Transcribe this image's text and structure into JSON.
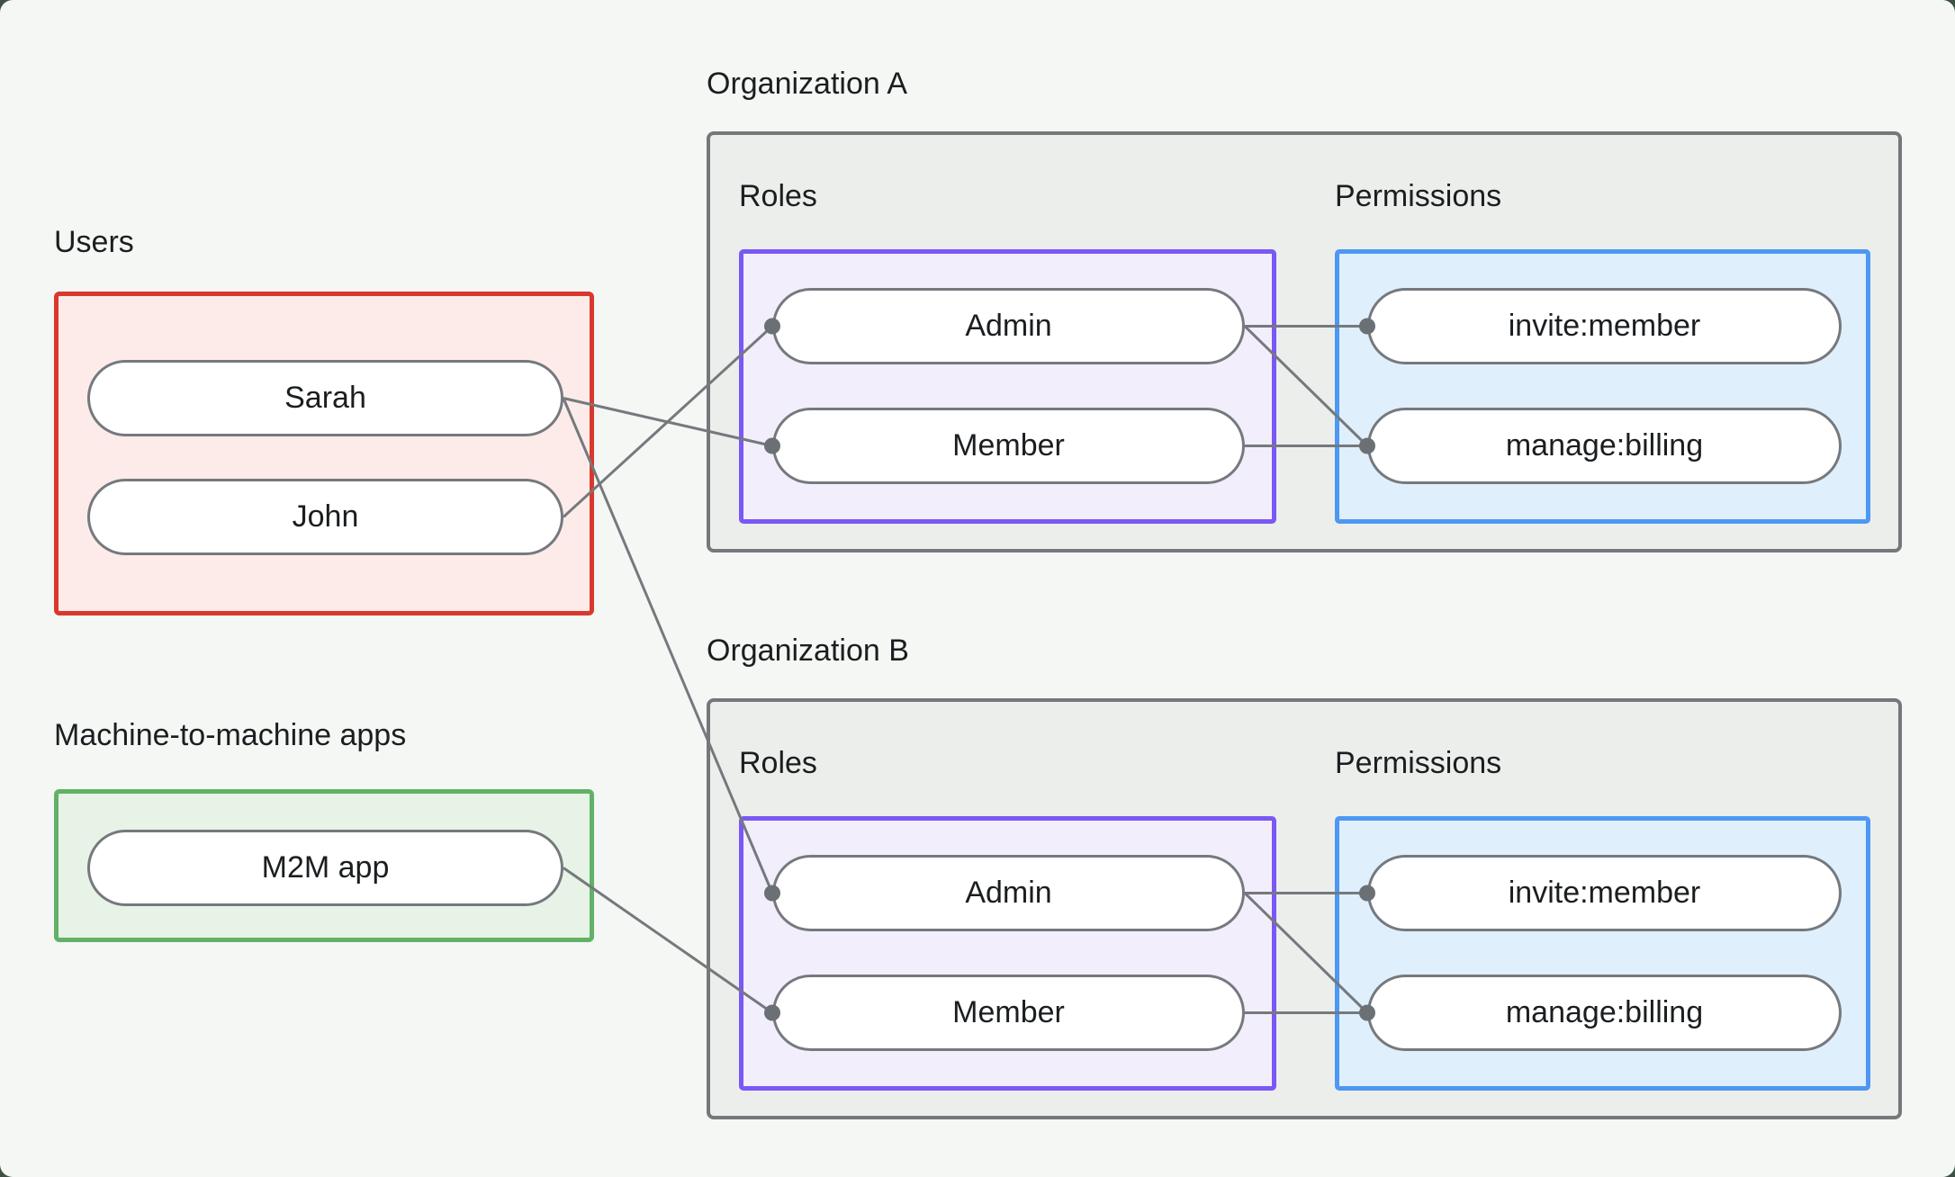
{
  "diagram": {
    "groups": {
      "users": {
        "label": "Users",
        "items": [
          {
            "id": "sarah",
            "label": "Sarah"
          },
          {
            "id": "john",
            "label": "John"
          }
        ]
      },
      "m2m_apps": {
        "label": "Machine-to-machine apps",
        "items": [
          {
            "id": "m2m-app",
            "label": "M2M app"
          }
        ]
      }
    },
    "orgs": [
      {
        "title": "Organization A",
        "roles": {
          "label": "Roles",
          "items": [
            {
              "id": "orgA-admin",
              "label": "Admin"
            },
            {
              "id": "orgA-member",
              "label": "Member"
            }
          ]
        },
        "permissions": {
          "label": "Permissions",
          "items": [
            {
              "id": "orgA-invite-member",
              "label": "invite:member"
            },
            {
              "id": "orgA-manage-billing",
              "label": "manage:billing"
            }
          ]
        }
      },
      {
        "title": "Organization B",
        "roles": {
          "label": "Roles",
          "items": [
            {
              "id": "orgB-admin",
              "label": "Admin"
            },
            {
              "id": "orgB-member",
              "label": "Member"
            }
          ]
        },
        "permissions": {
          "label": "Permissions",
          "items": [
            {
              "id": "orgB-invite-member",
              "label": "invite:member"
            },
            {
              "id": "orgB-manage-billing",
              "label": "manage:billing"
            }
          ]
        }
      }
    ],
    "edges": [
      {
        "from": "sarah",
        "to": "orgA-member"
      },
      {
        "from": "sarah",
        "to": "orgB-admin"
      },
      {
        "from": "john",
        "to": "orgA-admin"
      },
      {
        "from": "m2m-app",
        "to": "orgB-member"
      },
      {
        "from": "orgA-admin",
        "to": "orgA-invite-member"
      },
      {
        "from": "orgA-admin",
        "to": "orgA-manage-billing"
      },
      {
        "from": "orgA-member",
        "to": "orgA-manage-billing"
      },
      {
        "from": "orgB-admin",
        "to": "orgB-invite-member"
      },
      {
        "from": "orgB-admin",
        "to": "orgB-manage-billing"
      },
      {
        "from": "orgB-member",
        "to": "orgB-manage-billing"
      }
    ],
    "colors": {
      "outer_background": "#3D5245",
      "canvas_background": "#F5F7F4",
      "org_box_fill": "#ECEEEC",
      "org_box_border": "#74787B",
      "users_box_fill": "#FCEBE9",
      "users_box_border": "#D9382E",
      "roles_box_fill": "#F3EEFC",
      "roles_box_border": "#7A58F5",
      "permissions_box_fill": "#E0EFFC",
      "permissions_box_border": "#4E97F3",
      "m2m_box_fill": "#E7F3E7",
      "m2m_box_border": "#61B167",
      "pill_fill": "#FFFFFF",
      "pill_border": "#75797D",
      "edge_line": "#75797D",
      "edge_dot": "#6B7075",
      "text": "#1B1E20"
    }
  }
}
